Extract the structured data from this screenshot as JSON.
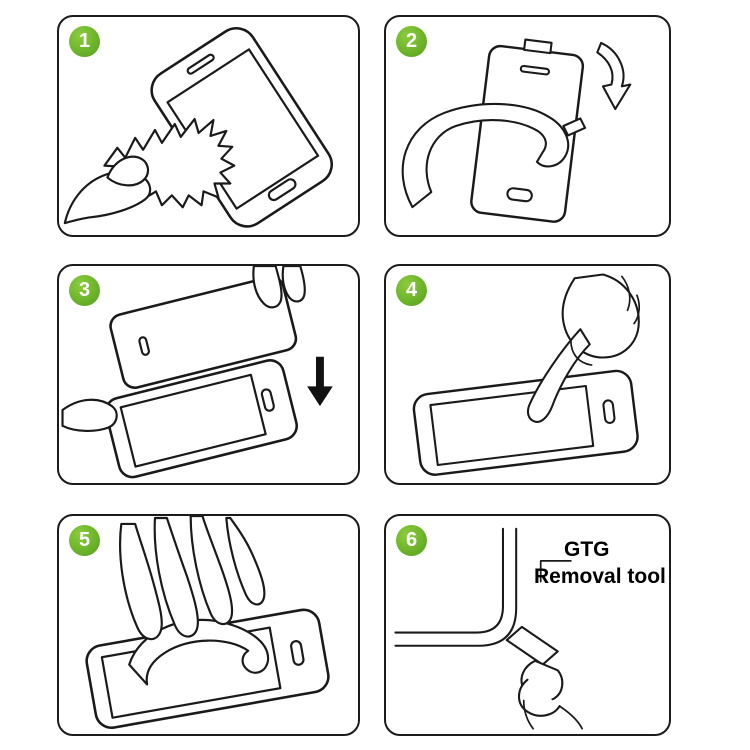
{
  "title": "screen-protector-installation-steps",
  "colors": {
    "background": "#ffffff",
    "line": "#1a1a1a",
    "badge_green": "#6ab228",
    "badge_text": "#ffffff",
    "label_text": "#000000"
  },
  "steps": [
    {
      "number": "1",
      "name": "clean-screen-with-cloth-illustration"
    },
    {
      "number": "2",
      "name": "peel-protective-film-illustration"
    },
    {
      "number": "3",
      "name": "align-and-lower-glass-illustration"
    },
    {
      "number": "4",
      "name": "press-screen-center-illustration"
    },
    {
      "number": "5",
      "name": "wipe-out-bubbles-illustration"
    },
    {
      "number": "6",
      "name": "corner-removal-tool-illustration",
      "label_line1": "GTG",
      "label_line2": "Removal tool"
    }
  ]
}
